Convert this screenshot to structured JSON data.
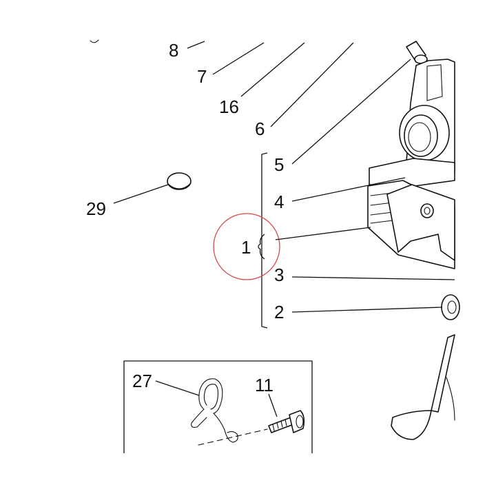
{
  "callouts": {
    "c8": "8",
    "c7": "7",
    "c16": "16",
    "c6": "6",
    "c5": "5",
    "c4": "4",
    "c1": "1",
    "c3": "3",
    "c2": "2",
    "c29": "29",
    "c27": "27",
    "c11": "11"
  },
  "colors": {
    "line": "#111111",
    "highlight": "#d9484a",
    "background": "#ffffff"
  },
  "icons": [
    "cylinder-head",
    "valve",
    "valve-spring-assembly",
    "cap-plug",
    "wire-clip",
    "cap-screw"
  ]
}
